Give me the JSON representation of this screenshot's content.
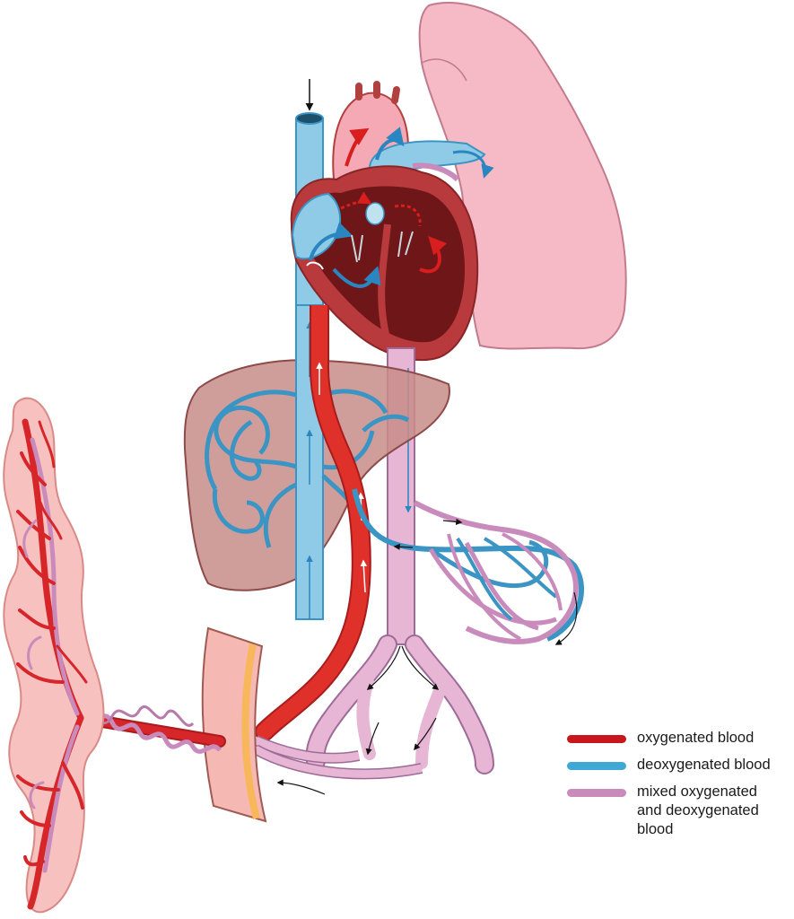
{
  "legend": {
    "items": [
      {
        "key": "oxygenated",
        "label": "oxygenated blood",
        "color": "#c8161d"
      },
      {
        "key": "deoxygenated",
        "label": "deoxygenated blood",
        "color": "#3fa9d6"
      },
      {
        "key": "mixed",
        "label_line1": "mixed oxygenated",
        "label_line2": "and deoxygenated",
        "label_line3": "blood",
        "color": "#c98bbb"
      }
    ]
  },
  "colors": {
    "lung_fill": "#f6b9c6",
    "lung_stroke": "#c27b8d",
    "liver_fill": "#c88d88",
    "liver_stroke": "#8c4a48",
    "heart_outer": "#b83a3c",
    "heart_inner": "#6e1618",
    "placenta_fill": "#f6c1bf",
    "vessel_red": "#e0302a",
    "vessel_blue": "#8fcbe6",
    "vessel_blue_stroke": "#3a95c5",
    "vessel_pink": "#e6b6d4",
    "vessel_pink_stroke": "#9e6b98",
    "uterine_wall": "#f5b8b2",
    "uterine_band": "#f7b75a"
  },
  "icons": [
    "arrow-down-icon",
    "curved-arrow-icon",
    "flow-arrow-icon"
  ]
}
